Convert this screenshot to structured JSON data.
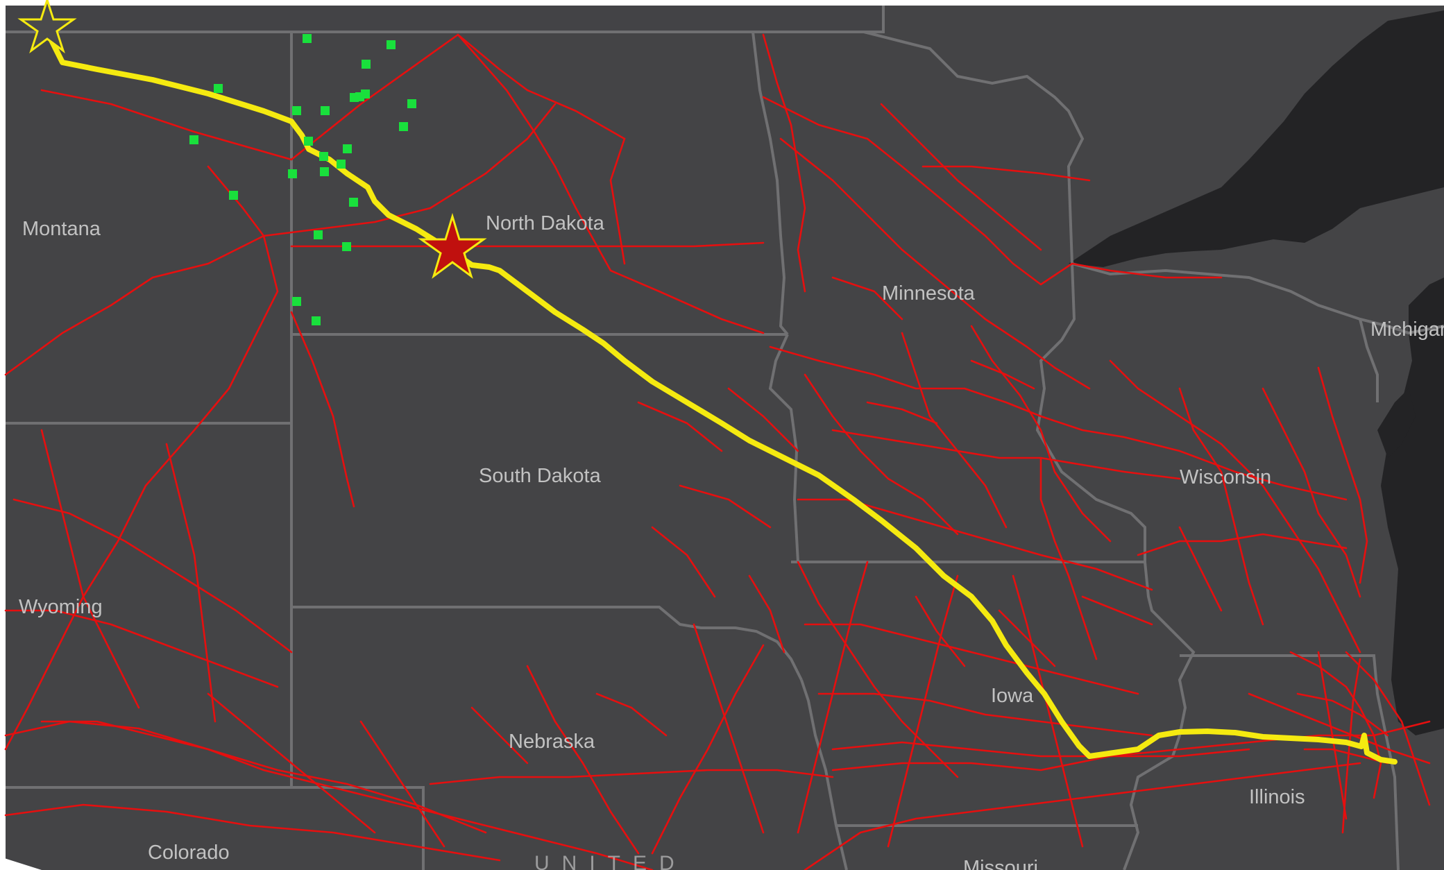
{
  "map": {
    "colors": {
      "land": "#444446",
      "water": "#232325",
      "state_border": "#707072",
      "rail": "#e60f0f",
      "route": "#f5ea10",
      "well": "#19e03c",
      "start_star": "#4a4a4c",
      "end_star": "#c0100e",
      "star_outline": "#f5ea10",
      "label": "#c2c2c2"
    },
    "state_labels": [
      {
        "id": "montana",
        "text": "Montana"
      },
      {
        "id": "north-dakota",
        "text": "North Dakota"
      },
      {
        "id": "minnesota",
        "text": "Minnesota"
      },
      {
        "id": "michigan",
        "text": "Michigan"
      },
      {
        "id": "south-dakota",
        "text": "South Dakota"
      },
      {
        "id": "wisconsin",
        "text": "Wisconsin"
      },
      {
        "id": "wyoming",
        "text": "Wyoming"
      },
      {
        "id": "iowa",
        "text": "Iowa"
      },
      {
        "id": "nebraska",
        "text": "Nebraska"
      },
      {
        "id": "illinois",
        "text": "Illinois"
      },
      {
        "id": "colorado",
        "text": "Colorado"
      },
      {
        "id": "missouri",
        "text": "Missouri"
      }
    ],
    "country_label": "UNITED",
    "markers": {
      "origin": "star-icon",
      "destination": "star-icon",
      "wells": "square-icon"
    }
  }
}
